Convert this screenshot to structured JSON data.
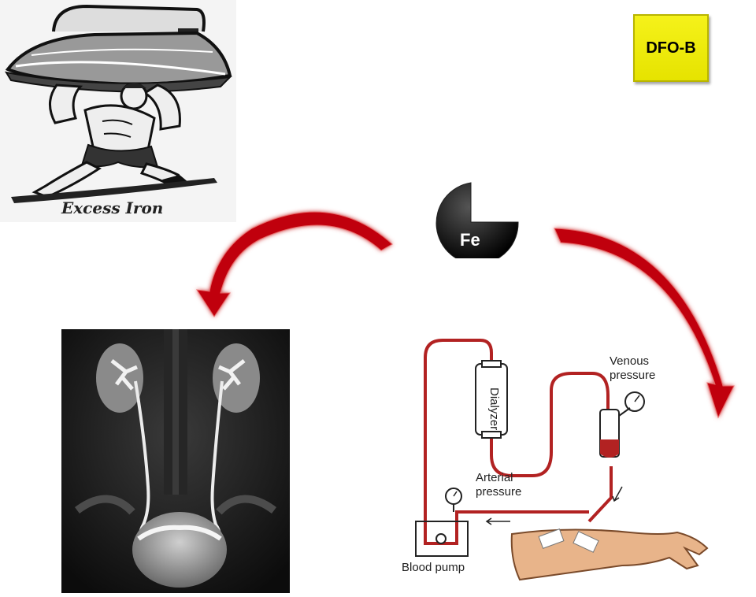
{
  "illustration": {
    "caption": "Excess Iron",
    "icon": "strongman-lifting-iron-icon"
  },
  "badge": {
    "label": "DFO-B",
    "color": "#f0ed00"
  },
  "fe": {
    "label": "Fe",
    "color": "#000000"
  },
  "arrows": {
    "color": "#c0000a",
    "left_target": "kidney-scan",
    "right_target": "dialysis-diagram"
  },
  "dialysis": {
    "dialyzer_label": "Dialyzer",
    "venous_label_line1": "Venous",
    "venous_label_line2": "pressure",
    "arterial_label_line1": "Arterial",
    "arterial_label_line2": "pressure",
    "pump_label": "Blood pump",
    "tube_color": "#b22222"
  },
  "scan": {
    "icon": "kidney-urography-scan"
  }
}
